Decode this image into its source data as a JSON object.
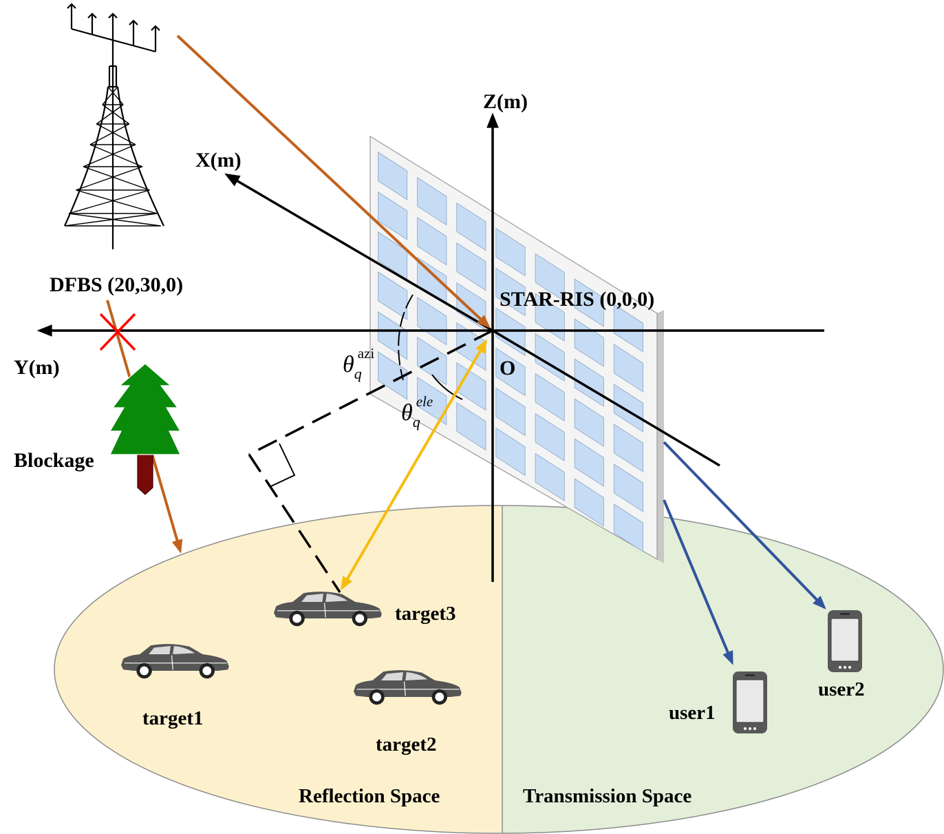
{
  "axes": {
    "x_label": "X(m)",
    "y_label": "Y(m)",
    "z_label": "Z(m)",
    "origin_label": "O"
  },
  "base_station": {
    "label": "DFBS (20,30,0)"
  },
  "ris": {
    "label": "STAR-RIS (0,0,0)"
  },
  "blockage": {
    "label": "Blockage"
  },
  "angles": {
    "azimuth_symbol": "θ",
    "azimuth_sub": "q",
    "azimuth_sup": "azi",
    "elevation_symbol": "θ",
    "elevation_sub": "q",
    "elevation_sup": "ele"
  },
  "targets": [
    {
      "label": "target1"
    },
    {
      "label": "target2"
    },
    {
      "label": "target3"
    }
  ],
  "users": [
    {
      "label": "user1"
    },
    {
      "label": "user2"
    }
  ],
  "spaces": {
    "reflection": "Reflection Space",
    "transmission": "Transmission Space"
  },
  "colors": {
    "reflection_fill": "#fdf1cd",
    "transmission_fill": "#e3efd9",
    "ris_panel": "#f4f4f4",
    "ris_element": "#c6dcf4",
    "bs_link": "#c0621d",
    "sensing_link": "#f6bd10",
    "user_link": "#31549c",
    "tree_green": "#0a8a0a",
    "trunk": "#7a0a0a",
    "blockage_mark": "#ff0000",
    "car_body": "#555555",
    "phone_body": "#585858"
  }
}
